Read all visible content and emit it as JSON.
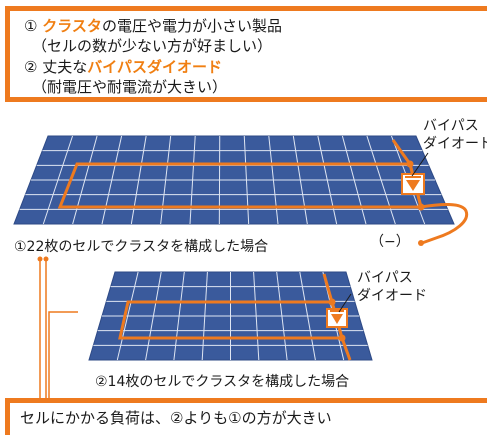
{
  "requirements": {
    "item1_num": "①",
    "item1_highlight": "クラスタ",
    "item1_rest": "の電圧や電力が小さい製品",
    "item1_sub": "（セルの数が少ない方が好ましい）",
    "item2_num": "②",
    "item2_prefix": "丈夫な",
    "item2_highlight": "バイパスダイオード",
    "item2_sub": "（耐電圧や耐電流が大きい）"
  },
  "panel1": {
    "caption": "①22枚のセルでクラスタを構成した場合",
    "diode_label_line1": "バイパス",
    "diode_label_line2": "ダイオード",
    "terminal_label": "（−）"
  },
  "panel2": {
    "caption": "②14枚のセルでクラスタを構成した場合",
    "diode_label_line1": "バイパス",
    "diode_label_line2": "ダイオード"
  },
  "conclusion": "セルにかかる負荷は、②よりも①の方が大きい",
  "colors": {
    "accent": "#ee7a1f",
    "panel": "#3a5a9c",
    "panel_dark": "#2e4a86",
    "grid": "#dfe6f3"
  }
}
